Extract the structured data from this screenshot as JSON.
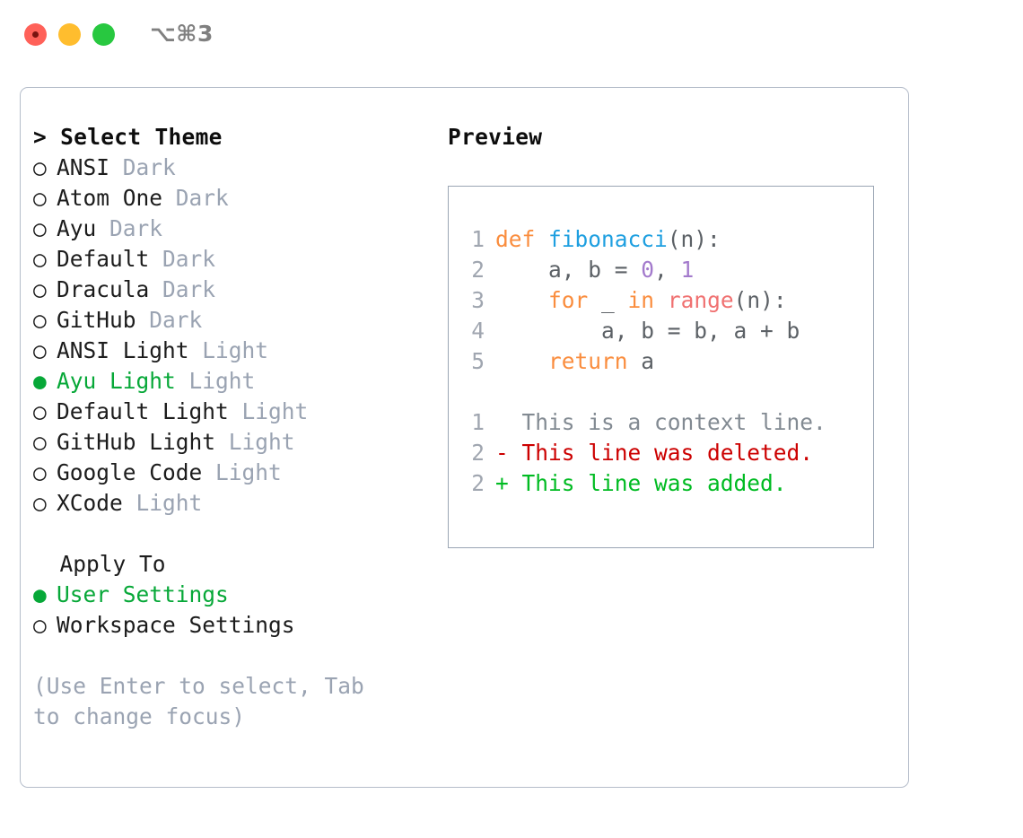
{
  "window": {
    "title": "⌥⌘3",
    "traffic_lights": [
      "close-button",
      "minimize-button",
      "maximize-button"
    ],
    "accent_green": "#07a838",
    "muted_gray": "#9aa3b2",
    "border_color": "#b5bdca"
  },
  "theme_list": {
    "header": "> Select Theme",
    "items": [
      {
        "marker": "○",
        "name": "ANSI",
        "variant": "Dark",
        "selected": false
      },
      {
        "marker": "○",
        "name": "Atom One",
        "variant": "Dark",
        "selected": false
      },
      {
        "marker": "○",
        "name": "Ayu",
        "variant": "Dark",
        "selected": false
      },
      {
        "marker": "○",
        "name": "Default",
        "variant": "Dark",
        "selected": false
      },
      {
        "marker": "○",
        "name": "Dracula",
        "variant": "Dark",
        "selected": false
      },
      {
        "marker": "○",
        "name": "GitHub",
        "variant": "Dark",
        "selected": false
      },
      {
        "marker": "○",
        "name": "ANSI Light",
        "variant": "Light",
        "selected": false
      },
      {
        "marker": "●",
        "name": "Ayu Light",
        "variant": "Light",
        "selected": true
      },
      {
        "marker": "○",
        "name": "Default Light",
        "variant": "Light",
        "selected": false
      },
      {
        "marker": "○",
        "name": "GitHub Light",
        "variant": "Light",
        "selected": false
      },
      {
        "marker": "○",
        "name": "Google Code",
        "variant": "Light",
        "selected": false
      },
      {
        "marker": "○",
        "name": "XCode",
        "variant": "Light",
        "selected": false
      }
    ]
  },
  "apply_to": {
    "header": "  Apply To",
    "items": [
      {
        "marker": "●",
        "name": "User Settings",
        "selected": true
      },
      {
        "marker": "○",
        "name": "Workspace Settings",
        "selected": false
      }
    ]
  },
  "hint": "(Use Enter to select, Tab to change focus)",
  "preview": {
    "header": "Preview",
    "code": [
      {
        "ln": "1",
        "tokens": [
          {
            "t": "def ",
            "c": "kw"
          },
          {
            "t": "fibonacci",
            "c": "fn"
          },
          {
            "t": "(n):",
            "c": "pl"
          }
        ]
      },
      {
        "ln": "2",
        "tokens": [
          {
            "t": "    a, b = ",
            "c": "pl"
          },
          {
            "t": "0",
            "c": "num"
          },
          {
            "t": ", ",
            "c": "pl"
          },
          {
            "t": "1",
            "c": "num"
          }
        ]
      },
      {
        "ln": "3",
        "tokens": [
          {
            "t": "    ",
            "c": "pl"
          },
          {
            "t": "for",
            "c": "kw"
          },
          {
            "t": " _ ",
            "c": "pl"
          },
          {
            "t": "in",
            "c": "kw"
          },
          {
            "t": " ",
            "c": "pl"
          },
          {
            "t": "range",
            "c": "bi"
          },
          {
            "t": "(n):",
            "c": "pl"
          }
        ]
      },
      {
        "ln": "4",
        "tokens": [
          {
            "t": "        a, b = b, a + b",
            "c": "pl"
          }
        ]
      },
      {
        "ln": "5",
        "tokens": [
          {
            "t": "    ",
            "c": "pl"
          },
          {
            "t": "return",
            "c": "kw"
          },
          {
            "t": " a",
            "c": "pl"
          }
        ]
      }
    ],
    "diff": [
      {
        "ln": "1",
        "prefix": "  ",
        "text": "This is a context line.",
        "kind": "ctx"
      },
      {
        "ln": "2",
        "prefix": "- ",
        "text": "This line was deleted.",
        "kind": "del"
      },
      {
        "ln": "2",
        "prefix": "+ ",
        "text": "This line was added.",
        "kind": "add"
      }
    ]
  }
}
